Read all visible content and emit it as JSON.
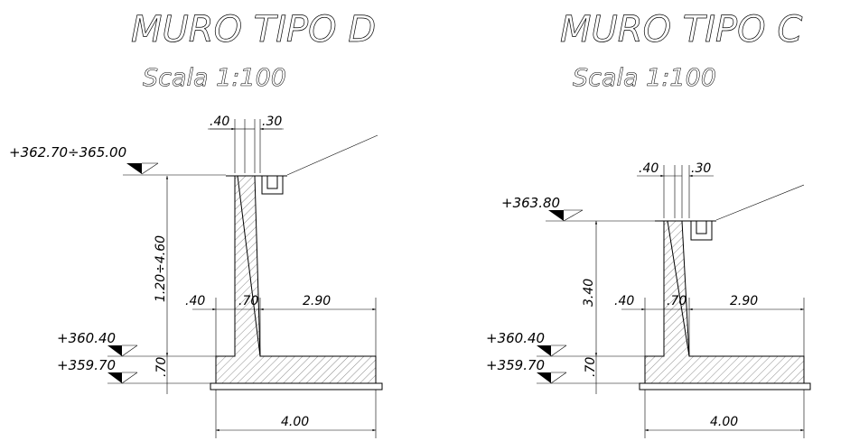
{
  "wall_d": {
    "title": "MURO TIPO D",
    "scale": "Scala 1:100",
    "dim_top_left": ".40",
    "dim_top_right": ".30",
    "elev_top": "+362.70÷365.00",
    "dim_height": "1.20÷4.60",
    "dim_toe": ".40",
    "dim_stem": ".70",
    "dim_heel": "2.90",
    "elev_mid": "+360.40",
    "elev_bottom": "+359.70",
    "dim_base_thick": ".70",
    "dim_base_width": "4.00"
  },
  "wall_c": {
    "title": "MURO TIPO C",
    "scale": "Scala 1:100",
    "dim_top_left": ".40",
    "dim_top_right": ".30",
    "elev_top": "+363.80",
    "dim_height": "3.40",
    "dim_toe": ".40",
    "dim_stem": ".70",
    "dim_heel": "2.90",
    "elev_mid": "+360.40",
    "elev_bottom": "+359.70",
    "dim_base_thick": ".70",
    "dim_base_width": "4.00"
  }
}
